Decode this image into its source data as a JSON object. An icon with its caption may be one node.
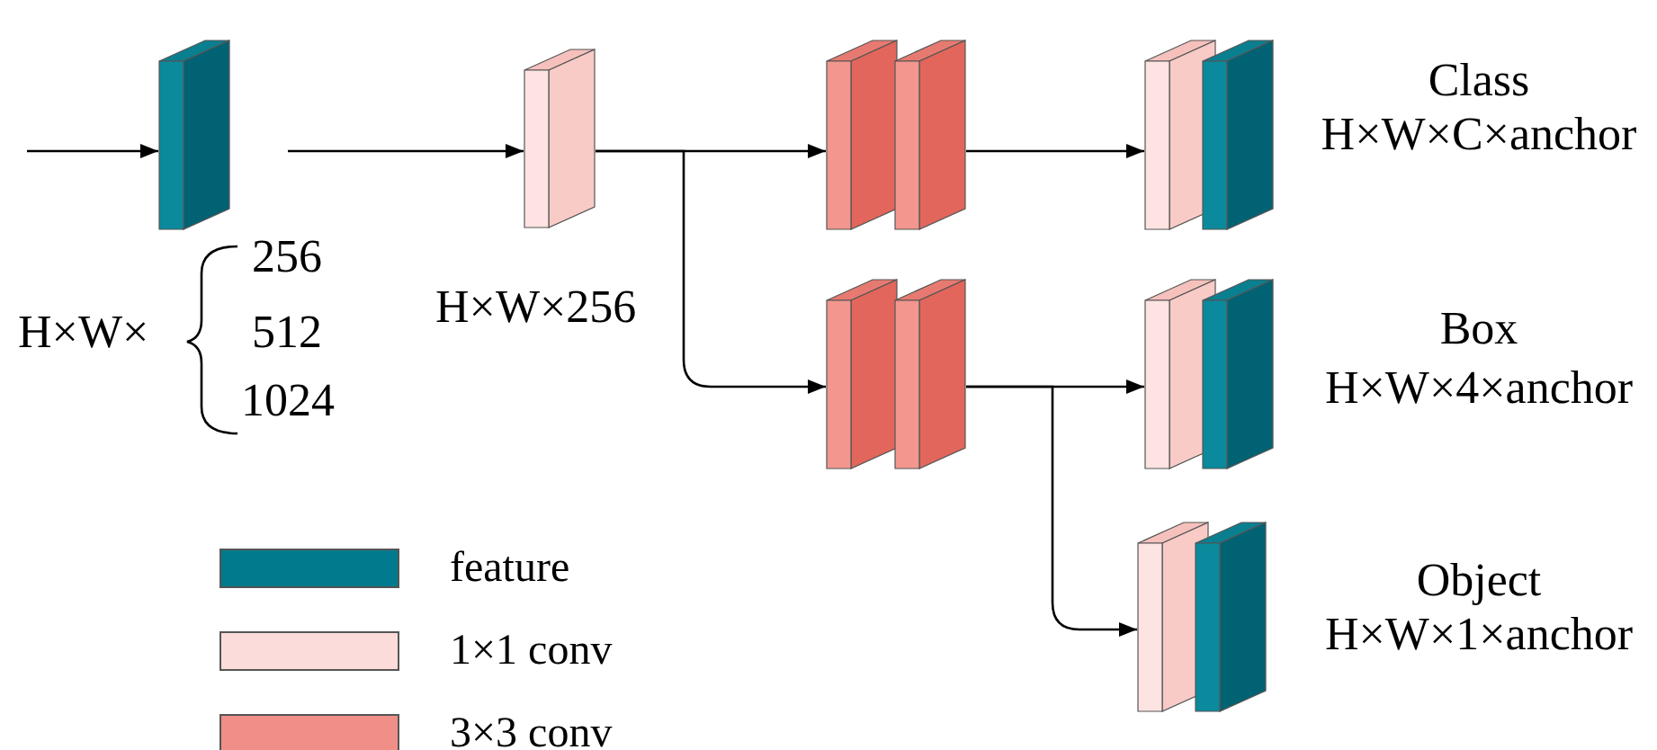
{
  "diagram": {
    "nodes": [
      {
        "text": [],
        "shape": "box",
        "beside": [
          "H×W×",
          "256",
          "512",
          "1024"
        ]
      },
      {
        "text": [],
        "shape": "box",
        "beside": [
          "H×W×256"
        ]
      },
      {
        "text": [],
        "shape": "box"
      },
      {
        "text": [],
        "shape": "box"
      },
      {
        "text": [],
        "shape": "box",
        "beside": [
          "Class",
          "H×W×C×anchor"
        ]
      },
      {
        "text": [],
        "shape": "box",
        "beside": [
          "Box",
          "H×W×4×anchor"
        ]
      },
      {
        "text": [],
        "shape": "box",
        "beside": [
          "Object",
          "H×W×1×anchor"
        ]
      }
    ],
    "edges": [
      {
        "from": null,
        "to": 0,
        "arrow": "to"
      },
      {
        "from": null,
        "to": 1,
        "arrow": "to"
      },
      {
        "from": 1,
        "to": 2,
        "arrow": "to"
      },
      {
        "from": 1,
        "to": 3,
        "arrow": "to"
      },
      {
        "from": 2,
        "to": 4,
        "arrow": "to"
      },
      {
        "from": 3,
        "to": 5,
        "arrow": "to"
      },
      {
        "from": 3,
        "to": 6,
        "arrow": "to"
      }
    ],
    "legend": [
      {
        "text": "feature",
        "color": "#007a8c"
      },
      {
        "text": "1×1 conv",
        "color": "#fcdcda"
      },
      {
        "text": "3×3 conv",
        "color": "#ef8f87"
      }
    ]
  }
}
